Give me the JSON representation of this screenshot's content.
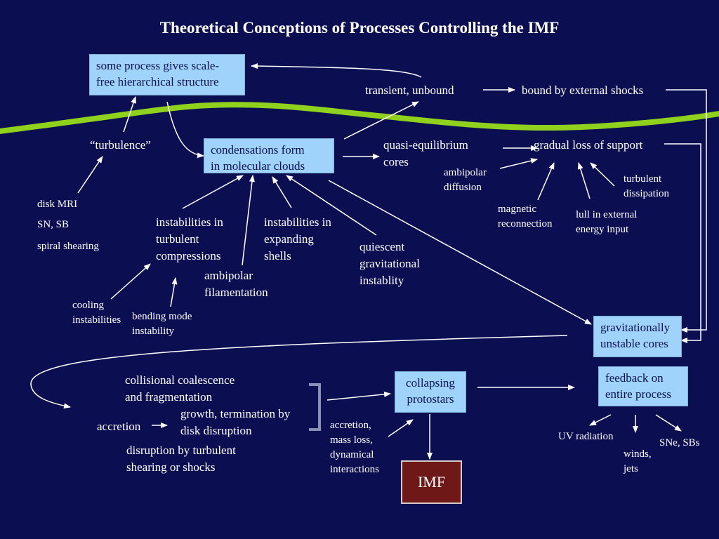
{
  "title": "Theoretical Conceptions of Processes Controlling the IMF",
  "colors": {
    "background": "#0b0f52",
    "box": "#9fd3fb",
    "box_text": "#0b0f52",
    "imf_box": "#6e1818",
    "wave": "#8fd11c",
    "arrow": "#ffffff"
  },
  "boxes": {
    "hierarchical": "some process gives scale-\nfree hierarchical structure",
    "condensations": "condensations form\nin molecular clouds",
    "grav_unstable": "gravitationally\nunstable cores",
    "feedback": "feedback on\nentire process",
    "collapsing": "collapsing\nprotostars",
    "imf": "IMF"
  },
  "labels": {
    "transient": "transient, unbound",
    "bound_shocks": "bound by external shocks",
    "turbulence": "“turbulence”",
    "disk_mri": "disk MRI",
    "sn_sb": "SN, SB",
    "spiral_shearing": "spiral shearing",
    "quasi_eq": "quasi-equilibrium\ncores",
    "gradual_loss": "gradual loss of support",
    "ambipolar_diffusion": "ambipolar\ndiffusion",
    "turbulent_dissipation": "turbulent\ndissipation",
    "magnetic_reconnection": "magnetic\nreconnection",
    "lull": "lull in external\nenergy input",
    "inst_turbulent": "instabilities in\nturbulent\ncompressions",
    "inst_expanding": "instabilities in\nexpanding\nshells",
    "quiescent": "quiescent\ngravitational\ninstablity",
    "ambipolar_filamentation": "ambipolar\nfilamentation",
    "cooling": "cooling\ninstabilities",
    "bending": "bending mode\ninstability",
    "collisional": "collisional coalescence\nand fragmentation",
    "accretion": "accretion",
    "growth": "growth, termination by\ndisk disruption",
    "disruption": "disruption by turbulent\nshearing or shocks",
    "accretion_mass_loss": "accretion,\nmass loss,\ndynamical\ninteractions",
    "uv_radiation": "UV radiation",
    "winds_jets": "winds,\njets",
    "sne_sbs": "SNe, SBs"
  }
}
